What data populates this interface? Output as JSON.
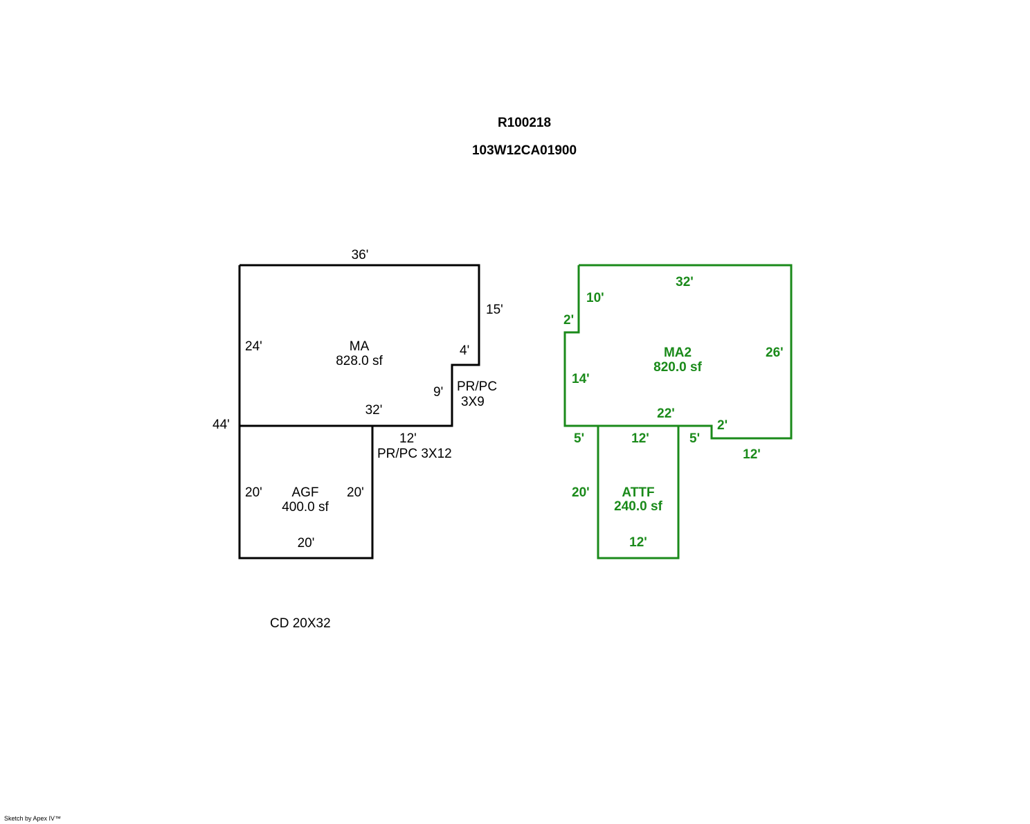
{
  "header": {
    "id_line": "R100218",
    "parcel_line": "103W12CA01900"
  },
  "colors": {
    "primary_outline": "#000000",
    "secondary_outline": "#1a8a1a"
  },
  "sketch_left": {
    "ma": {
      "name": "MA",
      "area": "828.0 sf"
    },
    "agf": {
      "name": "AGF",
      "area": "400.0 sf"
    },
    "porch1": {
      "name": "PR/PC",
      "size": "3X9"
    },
    "porch2": {
      "name": "PR/PC 3X12"
    },
    "dims": {
      "top": "36'",
      "right_upper": "15'",
      "left_ma": "24'",
      "notch_h": "4'",
      "notch_v": "9'",
      "bottom_ma": "32'",
      "overall_left": "44'",
      "agf_step": "12'",
      "agf_left": "20'",
      "agf_right": "20'",
      "agf_bottom": "20'"
    }
  },
  "sketch_right": {
    "ma2": {
      "name": "MA2",
      "area": "820.0 sf"
    },
    "attf": {
      "name": "ATTF",
      "area": "240.0 sf"
    },
    "dims": {
      "top": "32'",
      "top_left": "10'",
      "step_left": "2'",
      "right": "26'",
      "left_lower": "14'",
      "bottom_mid": "22'",
      "step_right": "2'",
      "attf_left_gap": "5'",
      "attf_top": "12'",
      "attf_right_gap": "5'",
      "bottom_right": "12'",
      "attf_left": "20'",
      "attf_bottom": "12'"
    }
  },
  "notes": {
    "cd": "CD 20X32"
  },
  "footer": {
    "credit": "Sketch by Apex IV™"
  }
}
